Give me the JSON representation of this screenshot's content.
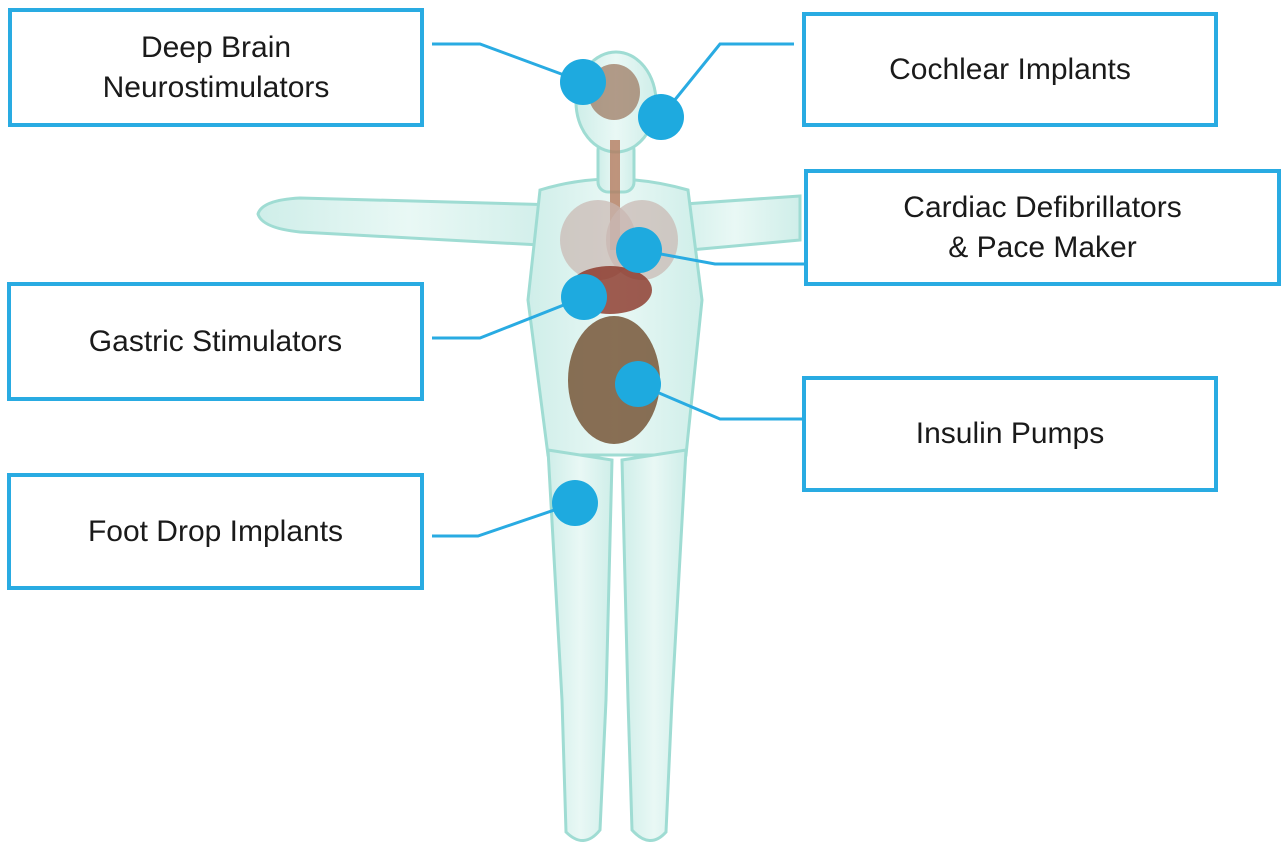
{
  "diagram": {
    "accent_color": "#29abe2",
    "figure": "human-body-anatomy",
    "labels": [
      {
        "id": "deep-brain",
        "text": "Deep Brain\nNeurostimulators"
      },
      {
        "id": "cochlear",
        "text": "Cochlear Implants"
      },
      {
        "id": "cardiac",
        "text": "Cardiac Defibrillators\n& Pace Maker"
      },
      {
        "id": "gastric",
        "text": "Gastric Stimulators"
      },
      {
        "id": "insulin",
        "text": "Insulin Pumps"
      },
      {
        "id": "foot-drop",
        "text": "Foot Drop Implants"
      }
    ]
  }
}
